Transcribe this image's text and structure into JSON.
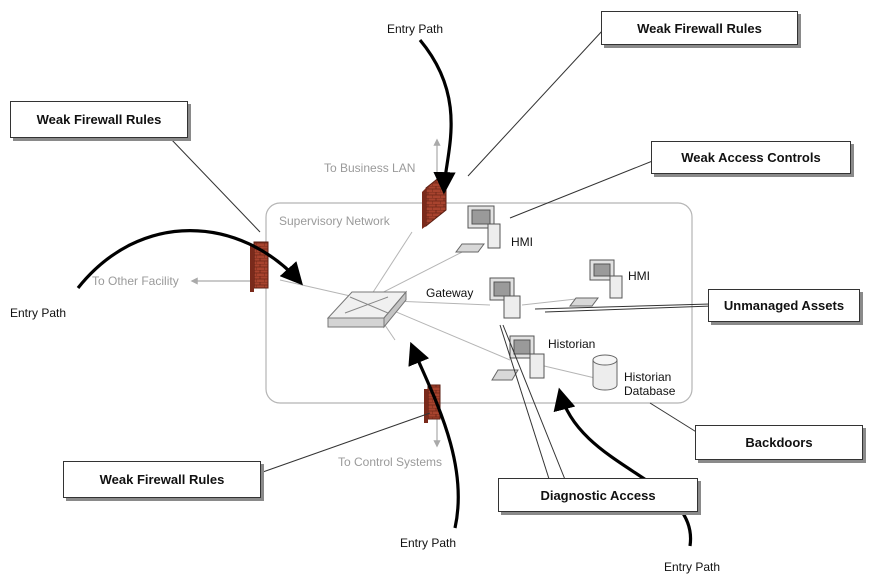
{
  "callouts": {
    "weak_fw_top": "Weak Firewall Rules",
    "weak_fw_left": "Weak Firewall Rules",
    "weak_fw_bottom": "Weak Firewall Rules",
    "weak_access": "Weak Access Controls",
    "unmanaged": "Unmanaged Assets",
    "backdoors": "Backdoors",
    "diagnostic": "Diagnostic Access"
  },
  "entry_paths": {
    "top": "Entry Path",
    "left": "Entry Path",
    "bottom": "Entry Path",
    "bottom_right": "Entry Path"
  },
  "network": {
    "supervisory": "Supervisory Network",
    "to_business": "To Business LAN",
    "to_other": "To Other Facility",
    "to_control": "To Control Systems"
  },
  "devices": {
    "hmi_1": "HMI",
    "hmi_2": "HMI",
    "gateway": "Gateway",
    "historian": "Historian",
    "historian_db": "Historian\nDatabase"
  }
}
